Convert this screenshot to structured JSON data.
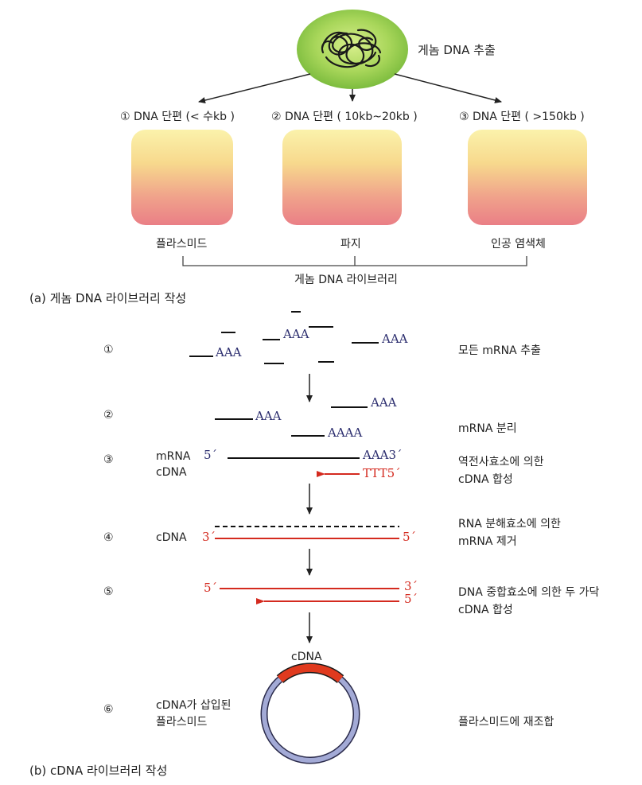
{
  "part_a": {
    "extraction_label": "게놈 DNA 추출",
    "fragments": [
      {
        "label": "① DNA 단편 (< 수kb )",
        "vector": "플라스미드"
      },
      {
        "label": "② DNA 단편 ( 10kb~20kb )",
        "vector": "파지"
      },
      {
        "label": "③ DNA 단편 ( >150kb )",
        "vector": "인공 염색체"
      }
    ],
    "library_label": "게놈 DNA 라이브러리",
    "caption": "(a) 게놈 DNA 라이브러리 작성"
  },
  "part_b": {
    "steps": [
      {
        "num": "①",
        "desc": "모든 mRNA 추출"
      },
      {
        "num": "②",
        "desc": "mRNA 분리"
      },
      {
        "num": "③",
        "desc": [
          "역전사효소에 의한",
          "cDNA 합성"
        ]
      },
      {
        "num": "④",
        "desc": [
          "RNA 분해효소에 의한",
          "mRNA 제거"
        ]
      },
      {
        "num": "⑤",
        "desc": [
          "DNA 중합효소에 의한 두 가닥",
          "cDNA 합성"
        ]
      },
      {
        "num": "⑥",
        "desc": "플라스미드에 재조합"
      }
    ],
    "polyA": "AAA",
    "polyA4": "AAAA",
    "step3": {
      "mrna_label": "mRNA",
      "cdna_label": "cDNA",
      "five_prime": "5´",
      "aaa3": "AAA3´",
      "ttt5": "TTT5´"
    },
    "step4": {
      "cdna_label": "cDNA",
      "three_prime": "3´",
      "five_prime": "5´"
    },
    "step5": {
      "five_prime": "5´",
      "three_prime": "3´",
      "five_prime_b": "5´"
    },
    "step6": {
      "cdna_top": "cDNA",
      "plasmid_label": [
        "cDNA가 삽입된",
        "플라스미드"
      ]
    },
    "caption": "(b) cDNA 라이브러리 작성"
  },
  "colors": {
    "red_strand": "#d42a1f",
    "navy_text": "#2b2d6e",
    "plasmid_ring": "#9ea6d2",
    "cell_green": "#8dc64a"
  }
}
